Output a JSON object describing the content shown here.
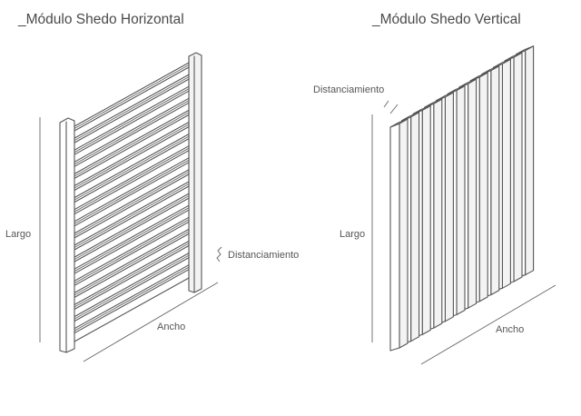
{
  "horizontal": {
    "title": "_Módulo Shedo Horizontal",
    "label_largo": "Largo",
    "label_ancho": "Ancho",
    "label_distanciamiento": "Distanciamiento",
    "slats": 18
  },
  "vertical": {
    "title": "_Módulo Shedo Vertical",
    "label_largo": "Largo",
    "label_ancho": "Ancho",
    "label_distanciamiento": "Distanciamiento",
    "fins": 12
  },
  "colors": {
    "line": "#555555",
    "text": "#4a4a4a"
  }
}
